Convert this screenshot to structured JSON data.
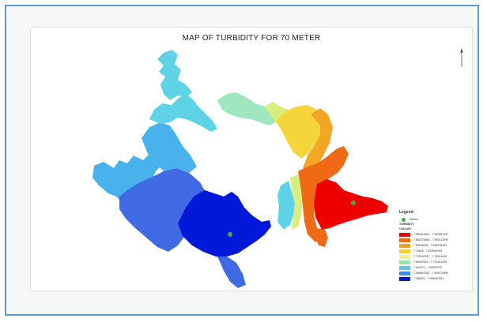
{
  "map": {
    "title": "MAP OF TURBIDITY FOR 70 METER",
    "legend": {
      "heading": "Legend",
      "point_label": "Station",
      "layer_name": "TURBIDITY",
      "value_header": "<VALUE>",
      "classes": [
        {
          "label": "7.950414001 - 7.993367597",
          "color": "#ee0000"
        },
        {
          "label": "7.892378465 - 7.950413999",
          "color": "#f06a16"
        },
        {
          "label": "7.83494933 - 7.892378464",
          "color": "#f2a01e"
        },
        {
          "label": "7.76525 - 7.834949329",
          "color": "#f4cf3a"
        },
        {
          "label": "7.720161247 - 7.76524999",
          "color": "#eef28c"
        },
        {
          "label": "7.66287513 - 7.720161246",
          "color": "#9fe0b0"
        },
        {
          "label": "7.604071 - 7.66287512",
          "color": "#5cc8e8"
        },
        {
          "label": "7.546810282 - 7.604070999",
          "color": "#3d8ee8"
        },
        {
          "label": "7.489521 - 7.546810281",
          "color": "#0018d8"
        }
      ]
    },
    "station_color": "#4aa84a",
    "map_colors": {
      "deep_blue": "#0018d8",
      "royal_blue": "#3f6ae4",
      "sky_blue": "#47b2ec",
      "cyan": "#5fd3e6",
      "mint": "#9ee6c0",
      "yellow_green": "#d8ef7e",
      "yellow": "#f4d53a",
      "amber": "#f2a623",
      "orange": "#f06a16",
      "red": "#ee0000"
    }
  }
}
